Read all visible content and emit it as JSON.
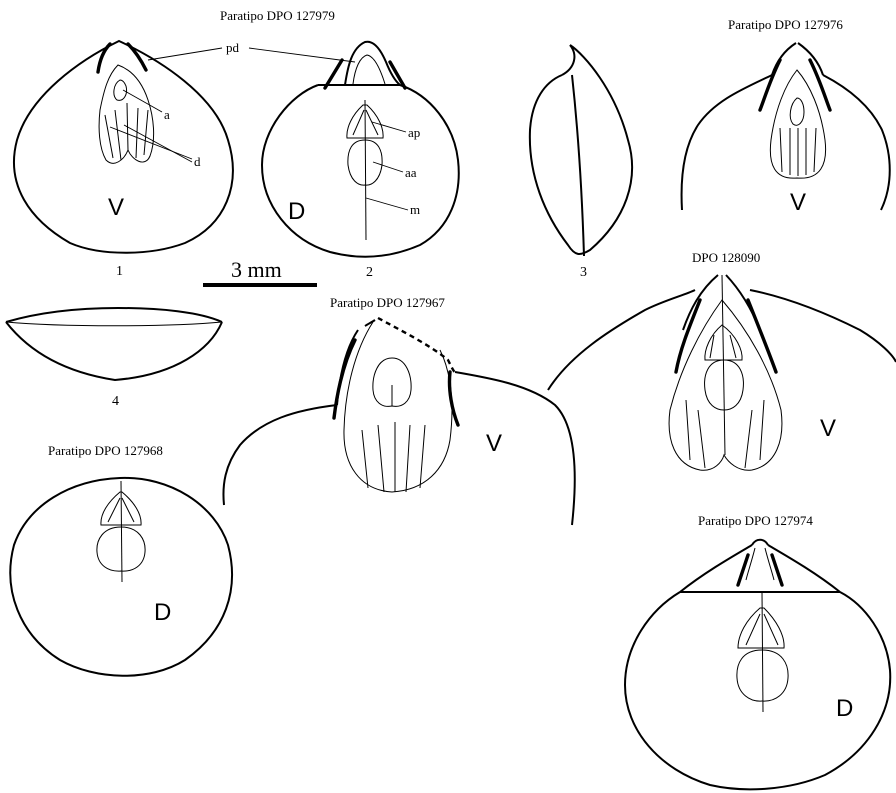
{
  "specimens": {
    "paratype_127979": "Paratipo DPO 127979",
    "paratype_127976": "Paratipo DPO 127976",
    "dpo_128090": "DPO 128090",
    "paratype_127967": "Paratipo DPO 127967",
    "paratype_127968": "Paratipo DPO 127968",
    "paratype_127974": "Paratipo DPO 127974"
  },
  "figure_numbers": {
    "fig1": "1",
    "fig2": "2",
    "fig3": "3",
    "fig4": "4"
  },
  "scale_bar": {
    "label": "3 mm"
  },
  "view_labels": {
    "ventral": "V",
    "dorsal": "D"
  },
  "annotations": {
    "pd": "pd",
    "a": "a",
    "d": "d",
    "ap": "ap",
    "aa": "aa",
    "m": "m"
  }
}
